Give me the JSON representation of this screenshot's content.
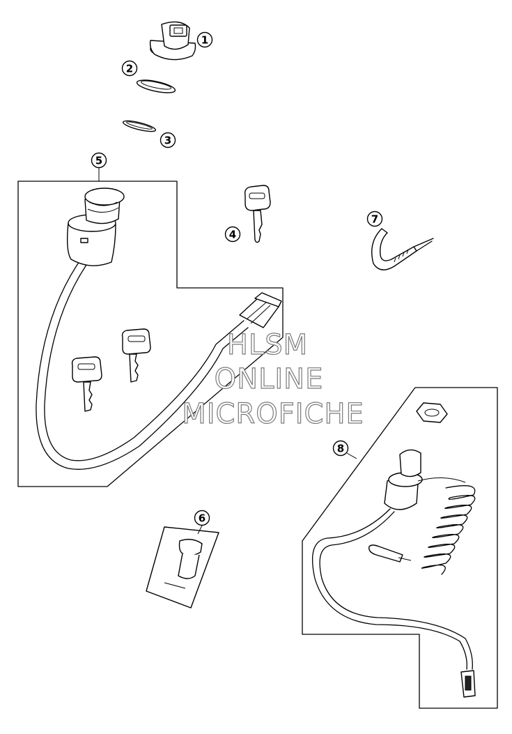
{
  "callouts": {
    "c1": "1",
    "c2": "2",
    "c3": "3",
    "c4": "4",
    "c5": "5",
    "c6": "6",
    "c7": "7",
    "c8": "8"
  },
  "watermark": {
    "line1": "HLSM",
    "line2": "ONLINE",
    "line3": "MICROFICHE"
  }
}
